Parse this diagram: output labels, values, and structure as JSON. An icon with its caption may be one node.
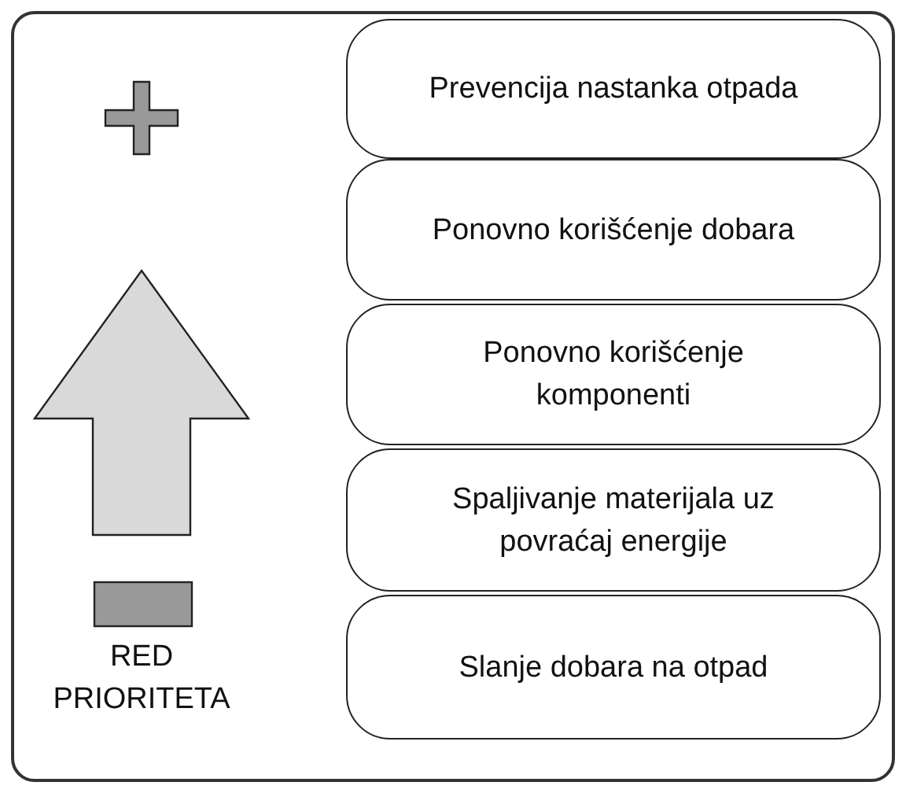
{
  "diagram": {
    "nodes": [
      {
        "text": [
          "Prevencija nastanka otpada"
        ]
      },
      {
        "text": [
          "Ponovno korišćenje dobara"
        ]
      },
      {
        "text": [
          "Ponovno korišćenje komponenti"
        ]
      },
      {
        "text": [
          "Spaljivanje materijala uz povraćaj energije"
        ]
      },
      {
        "text": [
          "Slanje dobara na otpad"
        ]
      }
    ],
    "labels": [
      "RED PRIORITETA"
    ]
  }
}
